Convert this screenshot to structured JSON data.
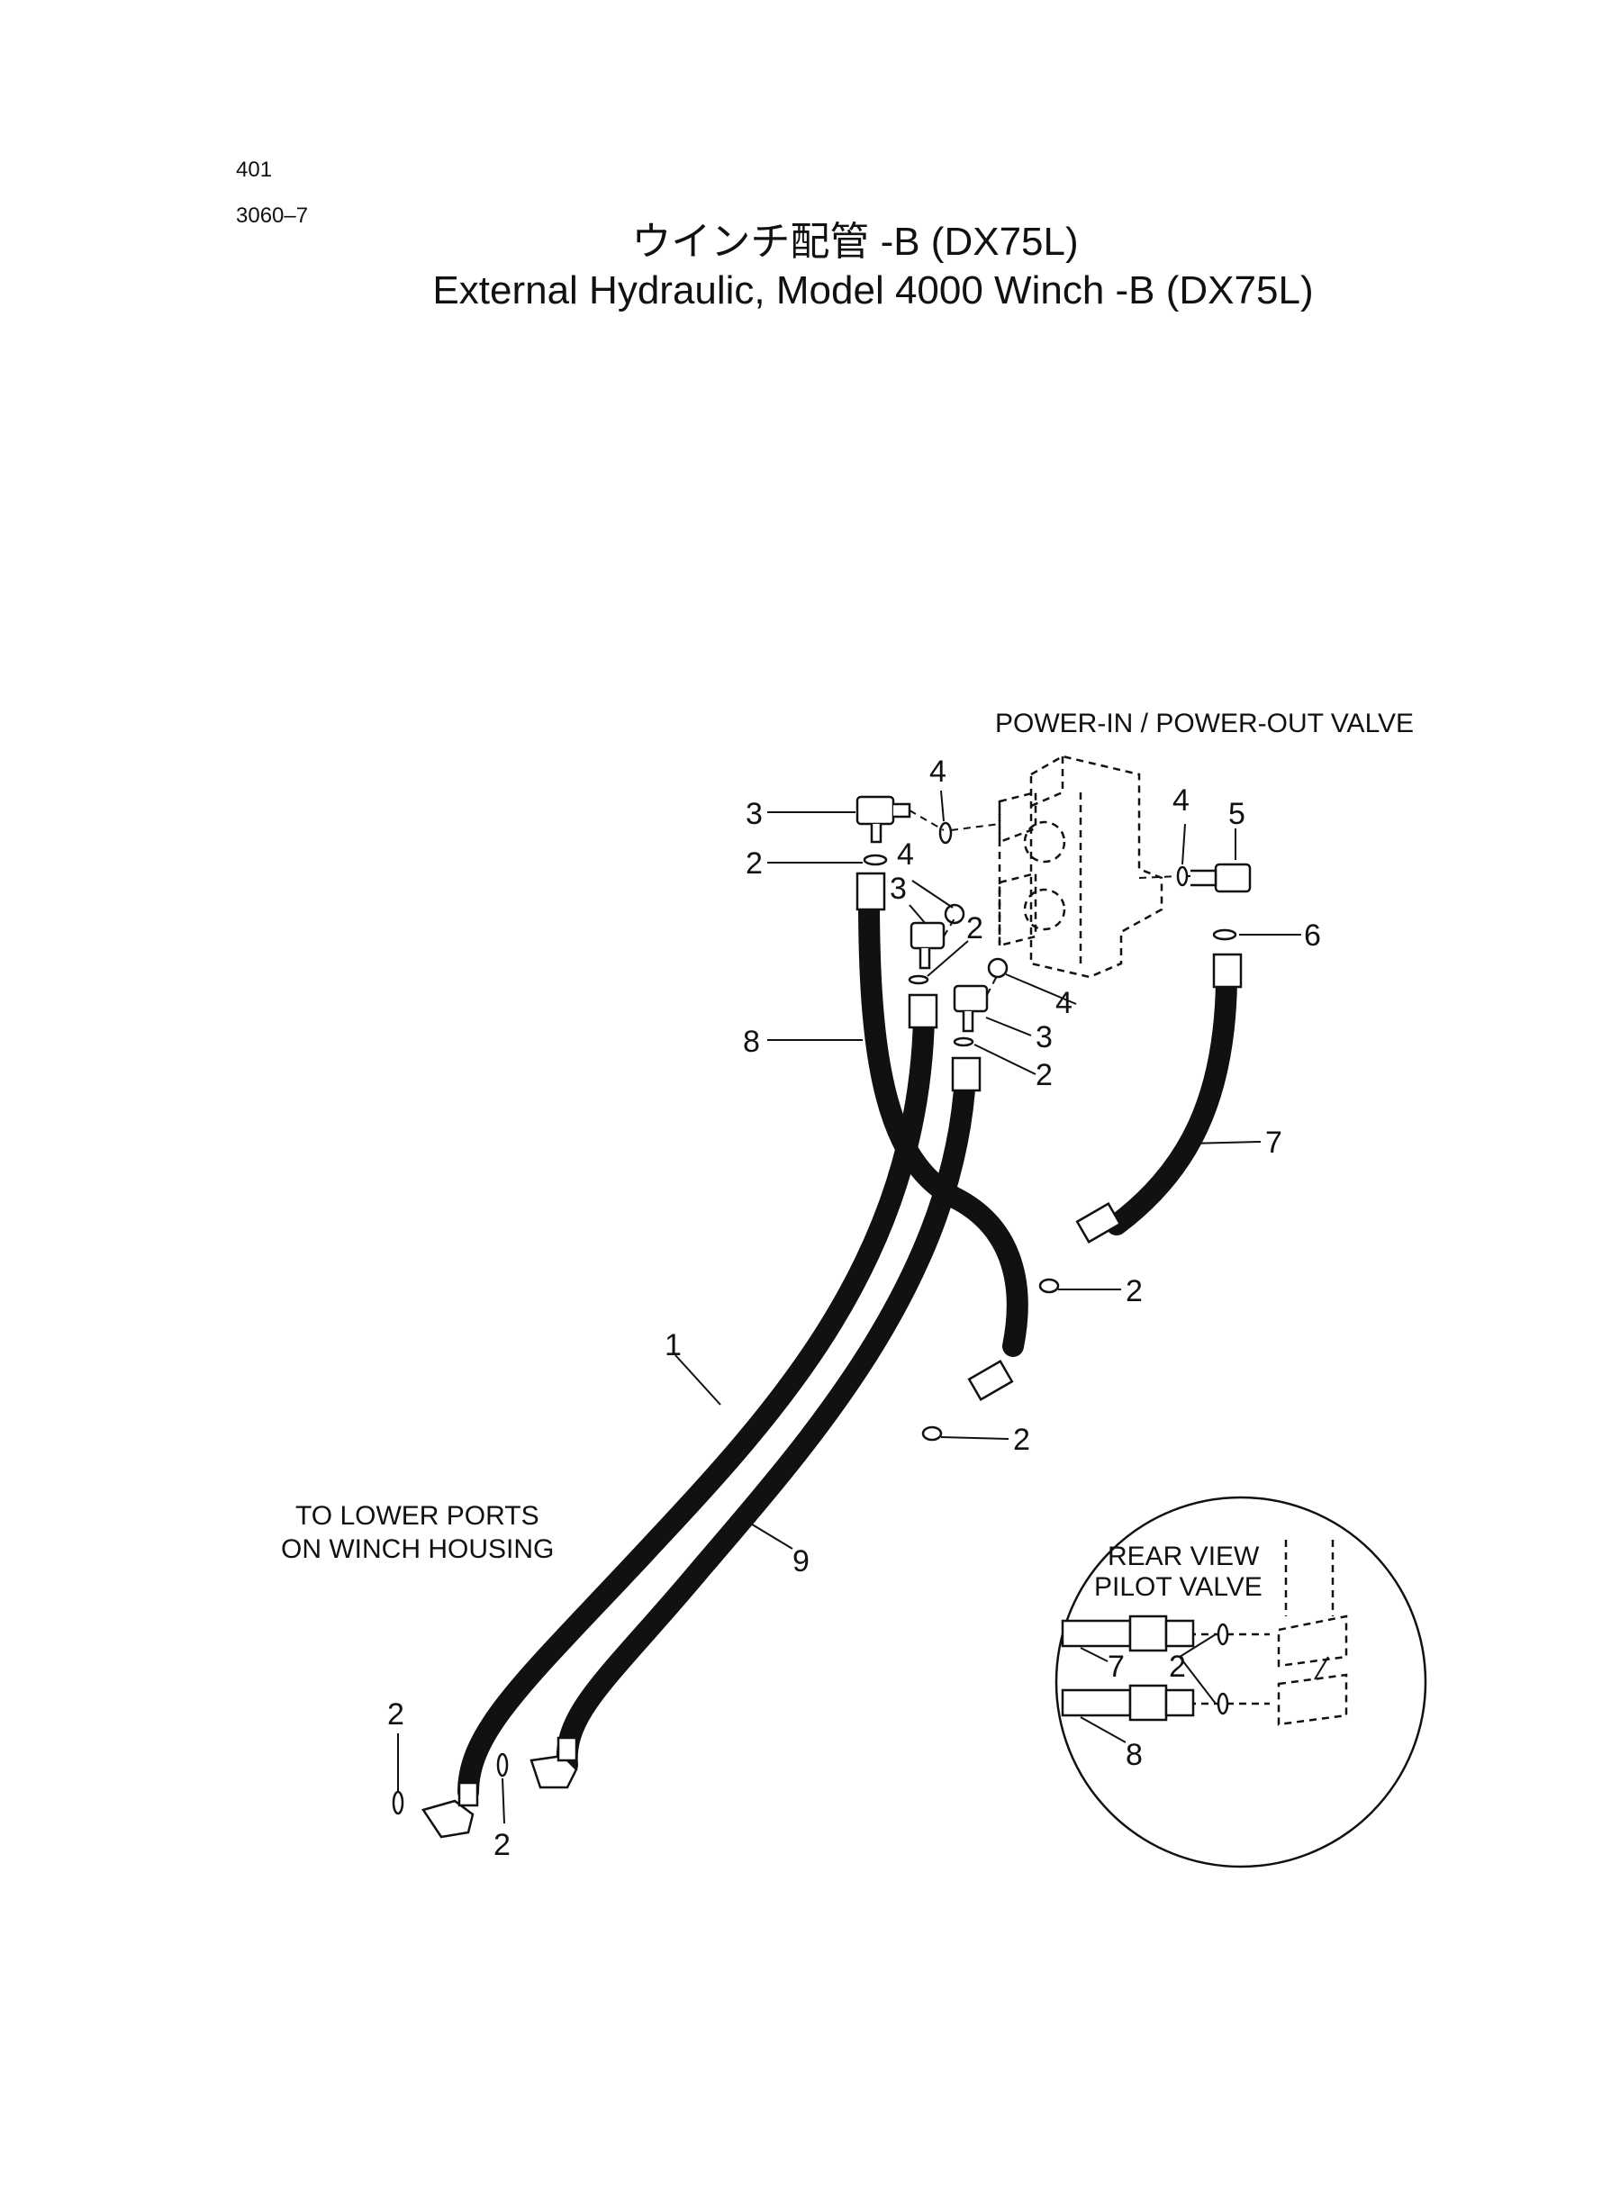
{
  "header": {
    "page_number": "401",
    "figure_number": "3060–7",
    "title_jp": "ウインチ配管 -B (DX75L)",
    "title_en": "External Hydraulic, Model 4000 Winch -B (DX75L)"
  },
  "labels": {
    "valve": "POWER-IN / POWER-OUT VALVE",
    "lower_ports_1": "TO LOWER PORTS",
    "lower_ports_2": "ON WINCH HOUSING",
    "rear_view_1": "REAR VIEW",
    "rear_view_2": "PILOT VALVE"
  },
  "callouts": {
    "c1": "4",
    "c2": "3",
    "c3": "2",
    "c4": "4",
    "c5": "5",
    "c6": "4",
    "c7": "3",
    "c8": "2",
    "c9": "6",
    "c10": "4",
    "c11": "8",
    "c12": "3",
    "c13": "2",
    "c14": "7",
    "c15": "2",
    "c16": "1",
    "c17": "2",
    "c18": "9",
    "c19": "2",
    "c20": "2",
    "c21": "7",
    "c22": "2",
    "c23": "8"
  },
  "colors": {
    "ink": "#111111",
    "paper": "#ffffff"
  }
}
